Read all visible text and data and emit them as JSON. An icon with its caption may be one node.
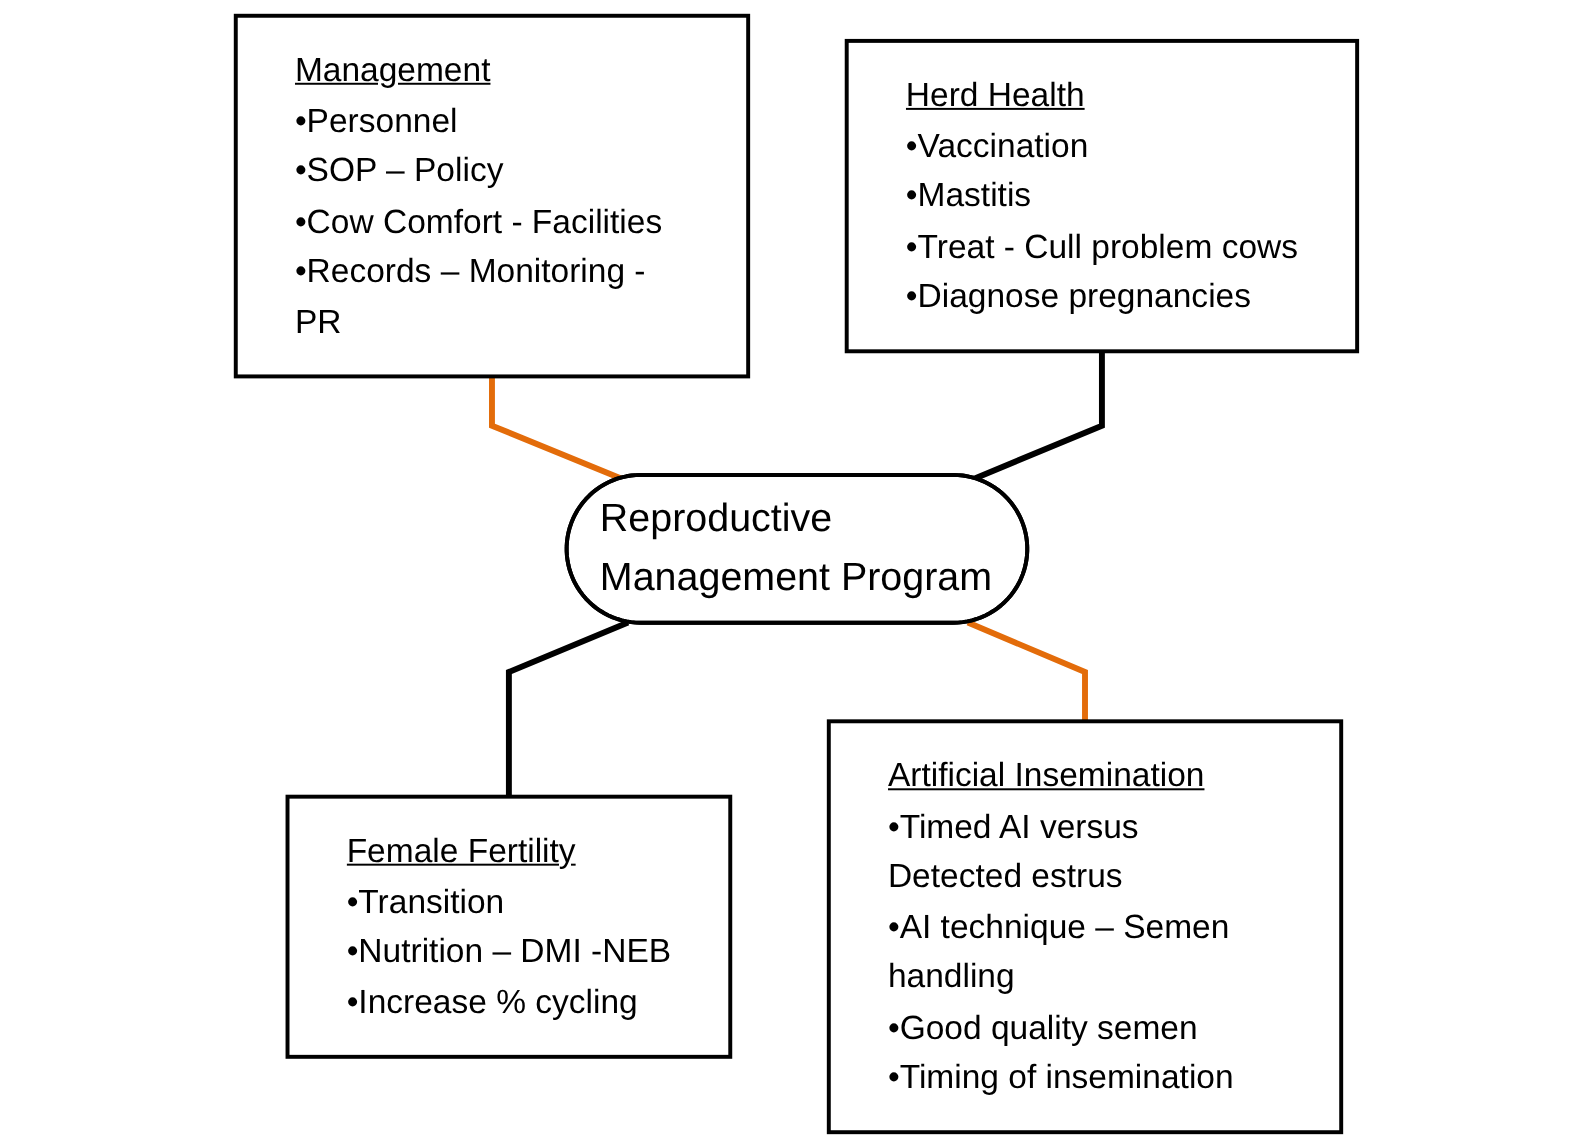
{
  "diagram": {
    "nodes": [
      {
        "text": [
          "Management",
          "•Personnel",
          "•SOP – Policy",
          "•Cow Comfort - Facilities",
          "•Records – Monitoring - PR"
        ]
      },
      {
        "text": [
          "Herd Health",
          "•Vaccination",
          "•Mastitis",
          "•Treat  - Cull problem cows",
          "•Diagnose pregnancies"
        ]
      },
      {
        "text": [
          "Reproductive Management Program"
        ]
      },
      {
        "text": [
          "Female Fertility",
          "•Transition",
          "•Nutrition – DMI -NEB",
          "•Increase % cycling"
        ]
      },
      {
        "text": [
          "Artificial Insemination",
          "•Timed AI versus Detected estrus",
          "•AI technique – Semen handling",
          "•Good quality semen",
          "•Timing of insemination"
        ]
      }
    ],
    "edges": [
      {
        "from": 0,
        "to": 2,
        "arrow": "none",
        "color": "#e36c0a"
      },
      {
        "from": 1,
        "to": 2,
        "arrow": "none",
        "color": "#000000"
      },
      {
        "from": 2,
        "to": 3,
        "arrow": "none",
        "color": "#000000"
      },
      {
        "from": 2,
        "to": 4,
        "arrow": "none",
        "color": "#e36c0a"
      }
    ]
  }
}
